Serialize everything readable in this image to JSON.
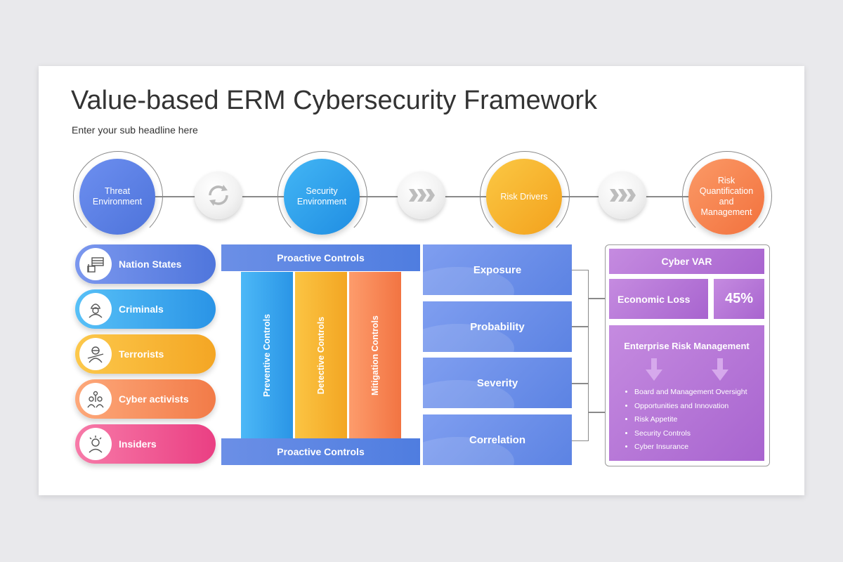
{
  "title": "Value-based ERM Cybersecurity Framework",
  "subtitle": "Enter your sub headline here",
  "stages": [
    {
      "label": "Threat Environment",
      "color": "#5b7fe0"
    },
    {
      "label": "Security Environment",
      "color": "#2fa3ee"
    },
    {
      "label": "Risk Drivers",
      "color": "#f7b42c"
    },
    {
      "label": "Risk Quantification and Management",
      "color": "#f7844f"
    }
  ],
  "connector_icons": [
    "cycle-arrows-icon",
    "chevrons-right-icon",
    "chevrons-right-icon"
  ],
  "threats": [
    {
      "label": "Nation States",
      "icon": "flag-icon",
      "color": "#5b7fe0"
    },
    {
      "label": "Criminals",
      "icon": "criminal-icon",
      "color": "#2fa3ee"
    },
    {
      "label": "Terrorists",
      "icon": "terrorist-icon",
      "color": "#f7b42c"
    },
    {
      "label": "Cyber activists",
      "icon": "activists-icon",
      "color": "#f7844f"
    },
    {
      "label": "Insiders",
      "icon": "insider-icon",
      "color": "#ef4f8e"
    }
  ],
  "controls": {
    "top_band": "Proactive Controls",
    "bottom_band": "Proactive Controls",
    "columns": [
      {
        "label": "Preventive Controls",
        "color": "#2fa3ee"
      },
      {
        "label": "Detective Controls",
        "color": "#f7b42c"
      },
      {
        "label": "Mitigation Controls",
        "color": "#f7844f"
      }
    ]
  },
  "drivers": [
    "Exposure",
    "Probability",
    "Severity",
    "Correlation"
  ],
  "risk": {
    "cyber_var": "Cyber VAR",
    "economic_loss": "Economic Loss",
    "percent": "45%",
    "erm_title": "Enterprise Risk Management",
    "erm_items": [
      "Board and Management Oversight",
      "Opportunities and Innovation",
      "Risk Appetite",
      "Security Controls",
      "Cyber Insurance"
    ]
  }
}
